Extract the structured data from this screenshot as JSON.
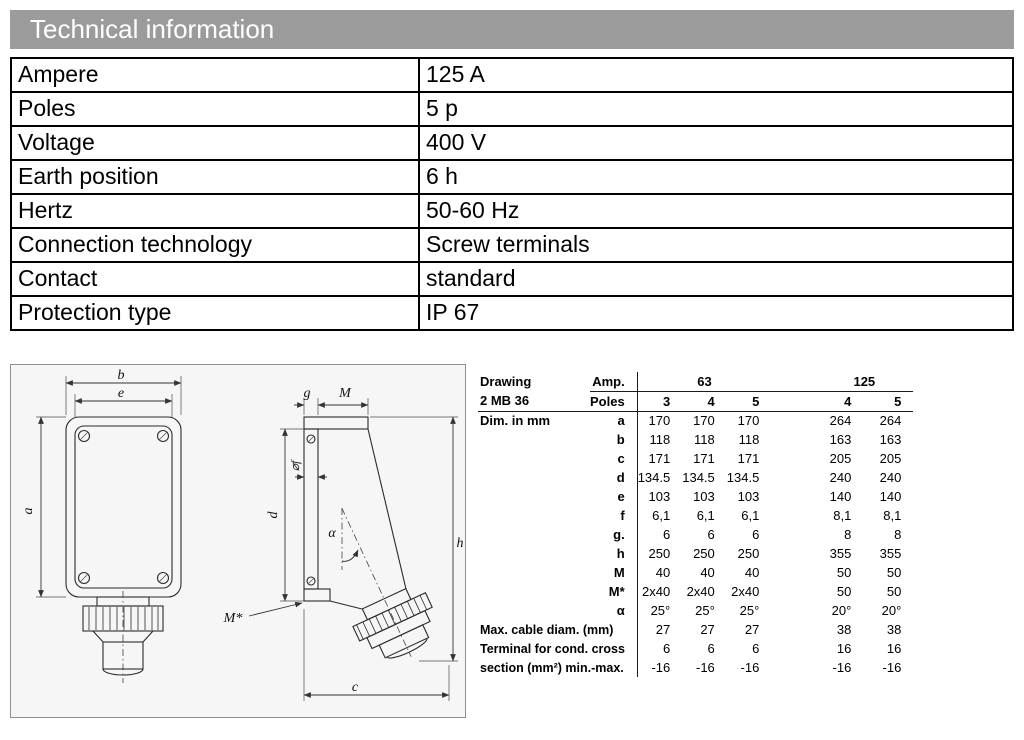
{
  "title_bar": {
    "title": "Technical information"
  },
  "spec_table": {
    "rows": [
      {
        "label": "Ampere",
        "value": "125 A"
      },
      {
        "label": "Poles",
        "value": "5 p"
      },
      {
        "label": "Voltage",
        "value": "400 V"
      },
      {
        "label": "Earth position",
        "value": "6 h"
      },
      {
        "label": "Hertz",
        "value": "50-60 Hz"
      },
      {
        "label": "Connection technology",
        "value": "Screw terminals"
      },
      {
        "label": "Contact",
        "value": "standard"
      },
      {
        "label": "Protection type",
        "value": "IP 67"
      }
    ]
  },
  "drawing": {
    "labels": {
      "b": "b",
      "e": "e",
      "a": "a",
      "g": "g",
      "m": "M",
      "d": "d",
      "f": "⌀f",
      "alpha": "α",
      "mstar": "M*",
      "h": "h",
      "c": "c"
    }
  },
  "dims_table": {
    "drawing_label": "Drawing",
    "model": "2 MB 36",
    "amp_label": "Amp.",
    "poles_label": "Poles",
    "group_63": "63",
    "group_125": "125",
    "pole_values": [
      "3",
      "4",
      "5",
      "4",
      "5"
    ],
    "rows": [
      {
        "label": "Dim. in mm",
        "dim": "a",
        "values": [
          "170",
          "170",
          "170",
          "264",
          "264"
        ]
      },
      {
        "label": "",
        "dim": "b",
        "values": [
          "118",
          "118",
          "118",
          "163",
          "163"
        ]
      },
      {
        "label": "",
        "dim": "c",
        "values": [
          "171",
          "171",
          "171",
          "205",
          "205"
        ]
      },
      {
        "label": "",
        "dim": "d",
        "values": [
          "134.5",
          "134.5",
          "134.5",
          "240",
          "240"
        ]
      },
      {
        "label": "",
        "dim": "e",
        "values": [
          "103",
          "103",
          "103",
          "140",
          "140"
        ]
      },
      {
        "label": "",
        "dim": "f",
        "values": [
          "6,1",
          "6,1",
          "6,1",
          "8,1",
          "8,1"
        ]
      },
      {
        "label": "",
        "dim": "g.",
        "values": [
          "6",
          "6",
          "6",
          "8",
          "8"
        ]
      },
      {
        "label": "",
        "dim": "h",
        "values": [
          "250",
          "250",
          "250",
          "355",
          "355"
        ]
      },
      {
        "label": "",
        "dim": "M",
        "values": [
          "40",
          "40",
          "40",
          "50",
          "50"
        ]
      },
      {
        "label": "",
        "dim": "M*",
        "values": [
          "2x40",
          "2x40",
          "2x40",
          "50",
          "50"
        ]
      },
      {
        "label": "",
        "dim": "α",
        "values": [
          "25°",
          "25°",
          "25°",
          "20°",
          "20°"
        ]
      },
      {
        "label": "Max. cable diam. (mm)",
        "dim": "",
        "values": [
          "27",
          "27",
          "27",
          "38",
          "38"
        ]
      },
      {
        "label": "Terminal for cond. cross",
        "dim": "",
        "values": [
          "6",
          "6",
          "6",
          "16",
          "16"
        ]
      },
      {
        "label": "section (mm²) min.-max.",
        "dim": "",
        "values": [
          "-16",
          "-16",
          "-16",
          "-16",
          "-16"
        ]
      }
    ]
  }
}
